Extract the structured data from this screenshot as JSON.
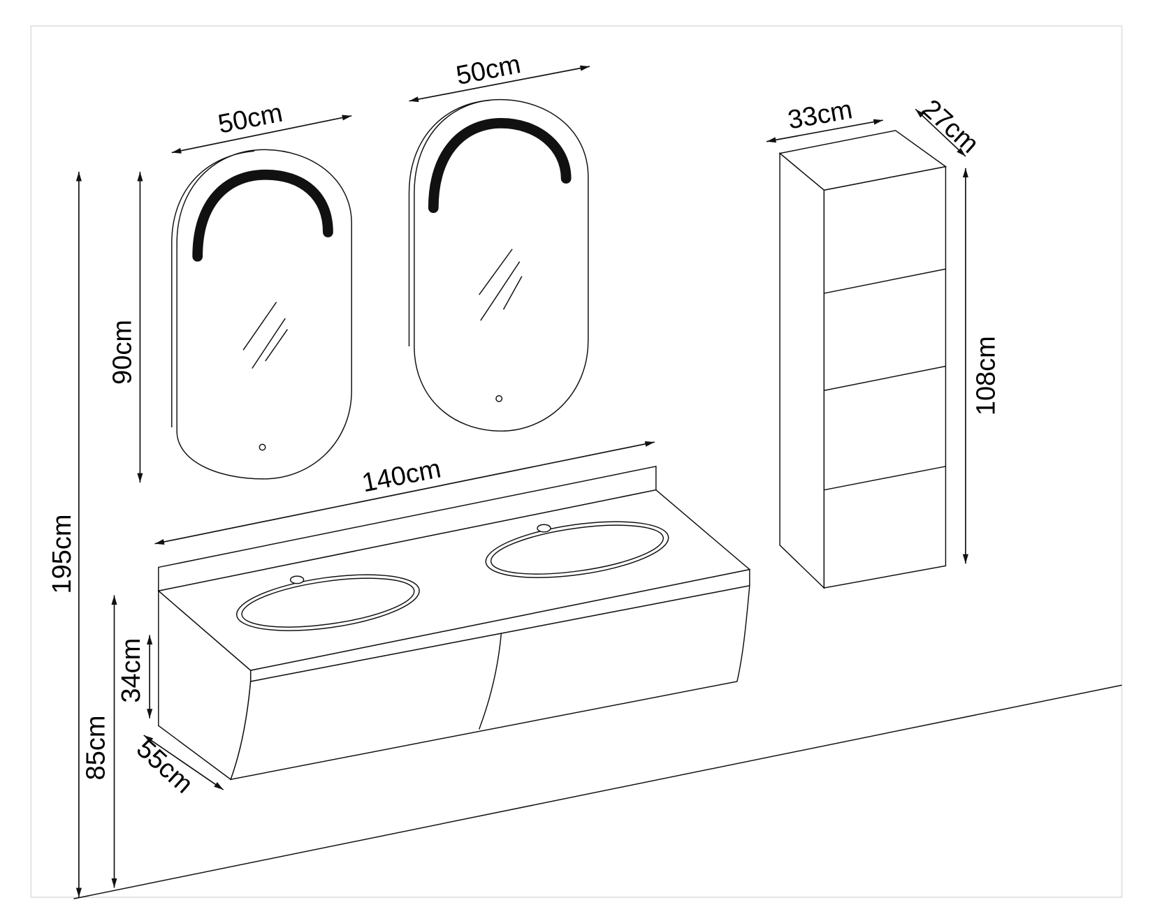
{
  "dimensions": {
    "mirror_left_width": "50cm",
    "mirror_right_width": "50cm",
    "mirror_height": "90cm",
    "total_height": "195cm",
    "vanity_width": "140cm",
    "vanity_height": "34cm",
    "vanity_mount_height": "85cm",
    "vanity_depth": "55cm",
    "tall_cabinet_width": "33cm",
    "tall_cabinet_depth": "27cm",
    "tall_cabinet_height": "108cm"
  },
  "colors": {
    "line": "#111111",
    "frame": "#dcdce4",
    "led": "#111111"
  }
}
